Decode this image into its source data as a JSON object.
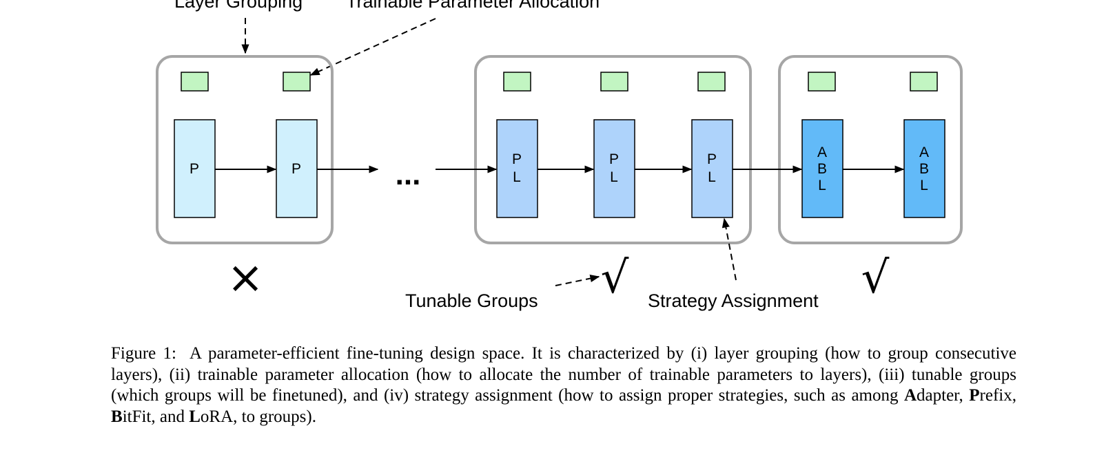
{
  "diagram": {
    "labels": {
      "layer_grouping": "Layer Grouping",
      "trainable_allocation": "Trainable Parameter Allocation",
      "tunable_groups": "Tunable Groups",
      "strategy_assignment": "Strategy Assignment"
    },
    "ellipsis": "...",
    "marks": {
      "group1": "×",
      "group2": "√",
      "group3": "√"
    },
    "blocks": {
      "g1_b1": [
        "P"
      ],
      "g1_b2": [
        "P"
      ],
      "g2_b1": [
        "P",
        "L"
      ],
      "g2_b2": [
        "P",
        "L"
      ],
      "g2_b3": [
        "P",
        "L"
      ],
      "g3_b1": [
        "A",
        "B",
        "L"
      ],
      "g3_b2": [
        "A",
        "B",
        "L"
      ]
    },
    "colors": {
      "group_border": "#a6a6a6",
      "param_box": "#c2f5c2",
      "block_p": "#d0f0fd",
      "block_pl": "#aed3fb",
      "block_abl": "#62baf8"
    }
  },
  "caption": {
    "label": "Figure 1:",
    "text_1": "A parameter-efficient fine-tuning design space.  It is characterized by (i) layer grouping (how to group consecutive layers), (ii) trainable parameter allocation (how to allocate the number of trainable parameters to layers), (iii) tunable groups (which groups will be finetuned), and (iv) strategy assignment (how to assign proper strategies, such as among ",
    "a_bold": "A",
    "a_rest": "dapter, ",
    "p_bold": "P",
    "p_rest": "refix, ",
    "b_bold": "B",
    "b_rest": "itFit, and ",
    "l_bold": "L",
    "l_rest": "oRA, to groups)."
  }
}
